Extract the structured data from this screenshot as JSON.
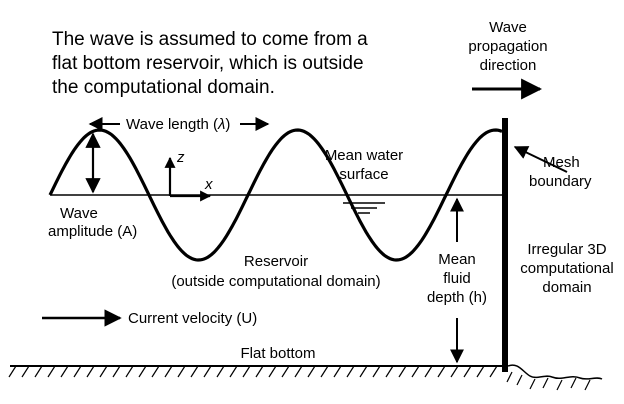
{
  "intro": {
    "line1": "The wave is assumed to come from a",
    "line2": "flat bottom reservoir, which is outside",
    "line3": "the computational domain."
  },
  "propagation": {
    "line1": "Wave",
    "line2": "propagation",
    "line3": "direction"
  },
  "wave_length": {
    "text": "Wave length (",
    "symbol": "λ",
    "close": ")"
  },
  "axes": {
    "z": "z",
    "x": "x"
  },
  "mean_water": {
    "line1": "Mean water",
    "line2": "surface"
  },
  "mesh": {
    "line1": "Mesh",
    "line2": "boundary"
  },
  "amplitude": {
    "line1": "Wave",
    "line2": "amplitude (A)"
  },
  "reservoir": {
    "line1": "Reservoir",
    "line2": "(outside computational domain)"
  },
  "depth": {
    "line1": "Mean",
    "line2": "fluid",
    "line3": "depth (h)"
  },
  "domain": {
    "line1": "Irregular 3D",
    "line2": "computational",
    "line3": "domain"
  },
  "current": {
    "label": "Current velocity (U)"
  },
  "bottom": {
    "label": "Flat bottom"
  },
  "colors": {
    "ink": "#000000",
    "background": "#ffffff"
  }
}
